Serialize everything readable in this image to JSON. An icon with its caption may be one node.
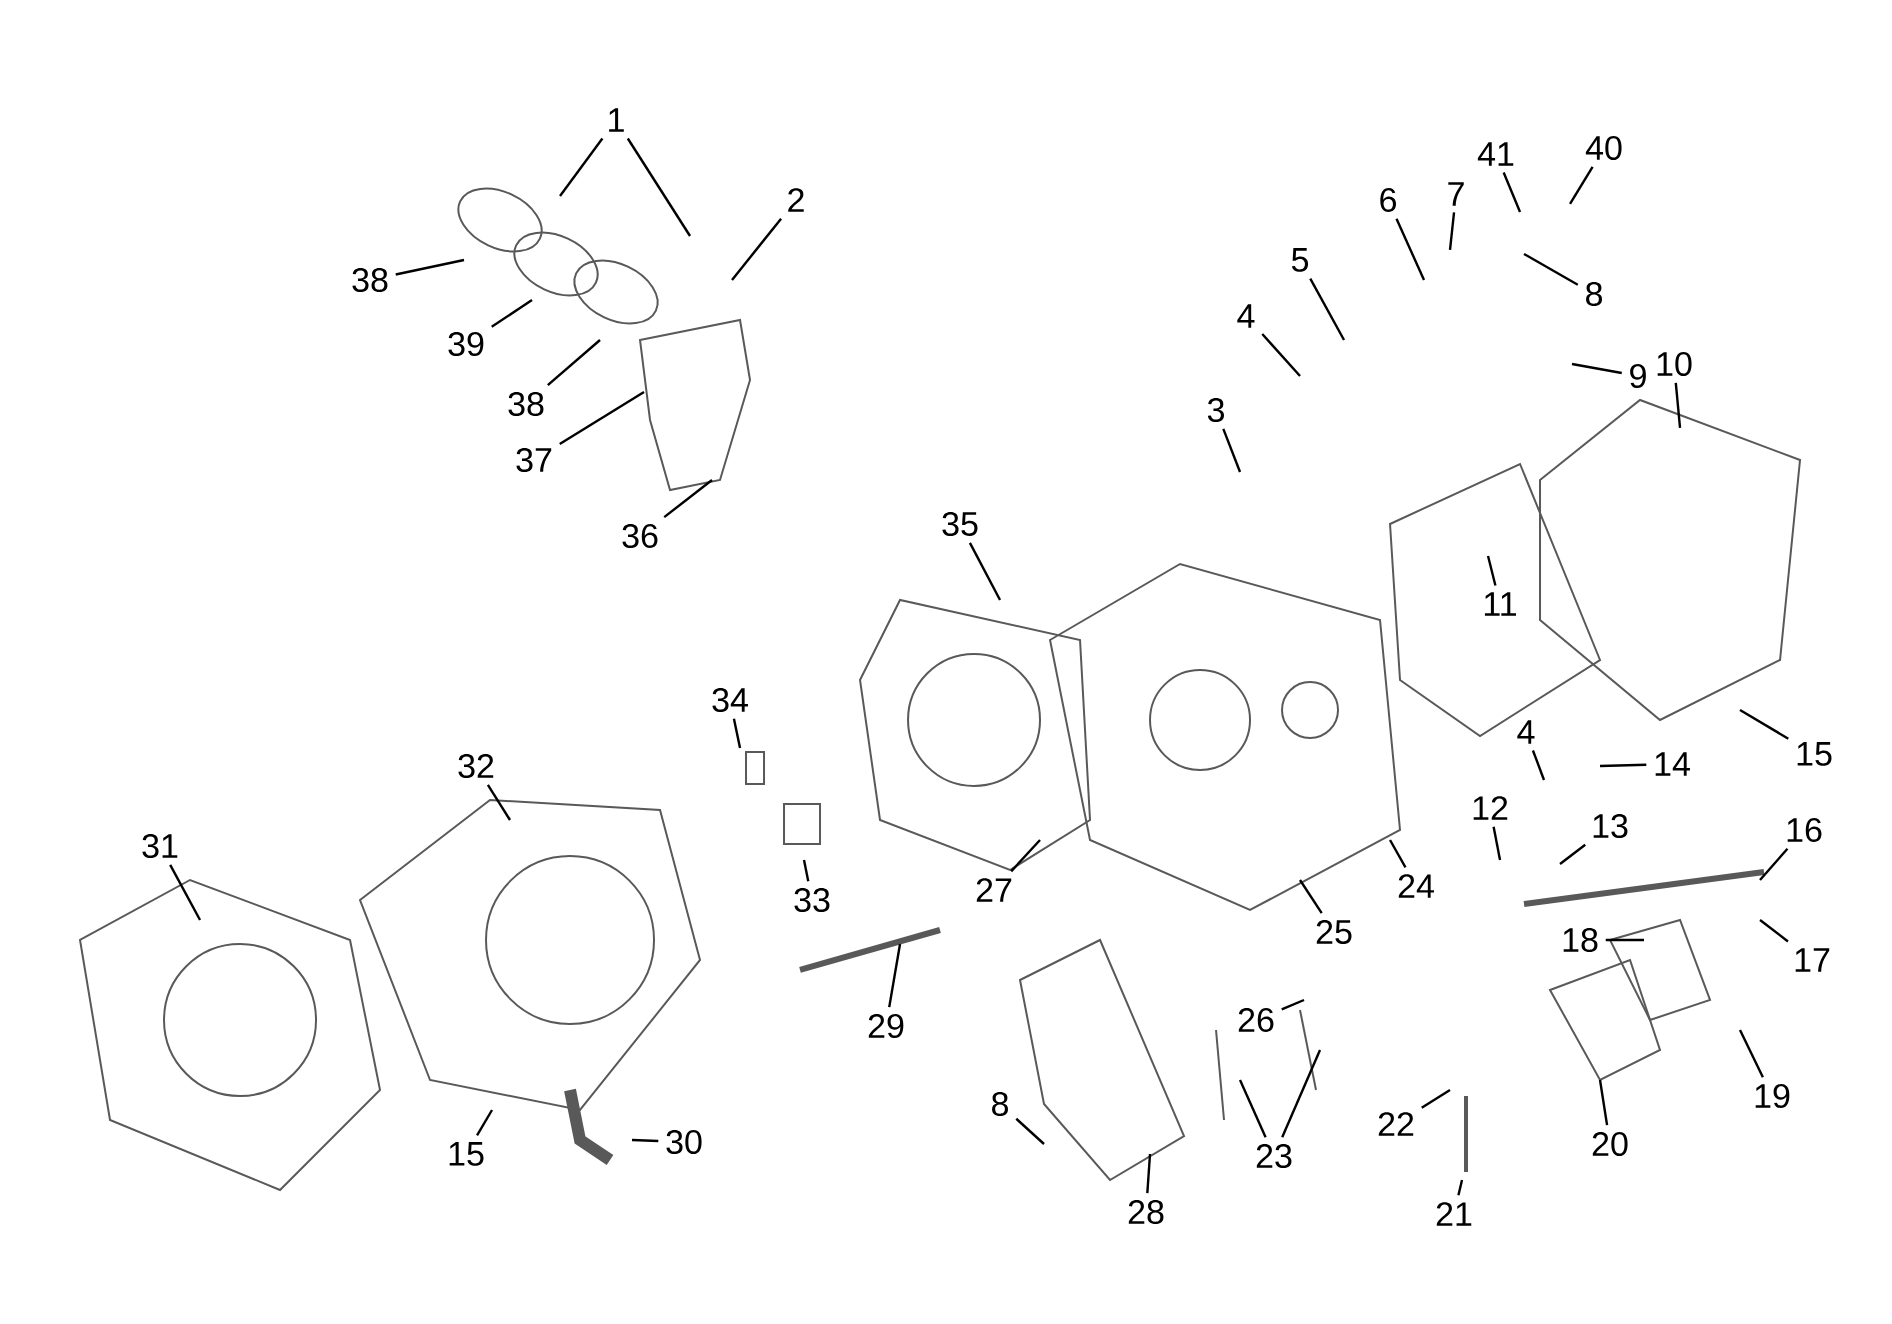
{
  "diagram": {
    "nodes": [
      {
        "text": [
          "1"
        ]
      },
      {
        "text": [
          "40"
        ]
      },
      {
        "text": [
          "41"
        ]
      },
      {
        "text": [
          "7"
        ]
      },
      {
        "text": [
          "6"
        ]
      },
      {
        "text": [
          "2"
        ]
      },
      {
        "text": [
          "5"
        ]
      },
      {
        "text": [
          "38"
        ]
      },
      {
        "text": [
          "8"
        ]
      },
      {
        "text": [
          "4"
        ]
      },
      {
        "text": [
          "39"
        ]
      },
      {
        "text": [
          "10"
        ]
      },
      {
        "text": [
          "9"
        ]
      },
      {
        "text": [
          "38"
        ]
      },
      {
        "text": [
          "3"
        ]
      },
      {
        "text": [
          "37"
        ]
      },
      {
        "text": [
          "35"
        ]
      },
      {
        "text": [
          "36"
        ]
      },
      {
        "text": [
          "11"
        ]
      },
      {
        "text": [
          "34"
        ]
      },
      {
        "text": [
          "4"
        ]
      },
      {
        "text": [
          "15"
        ]
      },
      {
        "text": [
          "14"
        ]
      },
      {
        "text": [
          "32"
        ]
      },
      {
        "text": [
          "12"
        ]
      },
      {
        "text": [
          "13"
        ]
      },
      {
        "text": [
          "16"
        ]
      },
      {
        "text": [
          "31"
        ]
      },
      {
        "text": [
          "24"
        ]
      },
      {
        "text": [
          "27"
        ]
      },
      {
        "text": [
          "33"
        ]
      },
      {
        "text": [
          "25"
        ]
      },
      {
        "text": [
          "18"
        ]
      },
      {
        "text": [
          "17"
        ]
      },
      {
        "text": [
          "26"
        ]
      },
      {
        "text": [
          "29"
        ]
      },
      {
        "text": [
          "19"
        ]
      },
      {
        "text": [
          "8"
        ]
      },
      {
        "text": [
          "22"
        ]
      },
      {
        "text": [
          "20"
        ]
      },
      {
        "text": [
          "30"
        ]
      },
      {
        "text": [
          "15"
        ]
      },
      {
        "text": [
          "23"
        ]
      },
      {
        "text": [
          "21"
        ]
      },
      {
        "text": [
          "28"
        ]
      }
    ],
    "edges": [
      {
        "from": 0,
        "to": null,
        "arrow": "none"
      },
      {
        "from": 0,
        "to": null,
        "arrow": "none"
      },
      {
        "from": 1,
        "to": null,
        "arrow": "none"
      },
      {
        "from": 2,
        "to": null,
        "arrow": "none"
      },
      {
        "from": 3,
        "to": null,
        "arrow": "none"
      },
      {
        "from": 4,
        "to": null,
        "arrow": "none"
      },
      {
        "from": 5,
        "to": null,
        "arrow": "none"
      },
      {
        "from": 6,
        "to": null,
        "arrow": "none"
      },
      {
        "from": 7,
        "to": null,
        "arrow": "none"
      },
      {
        "from": 8,
        "to": null,
        "arrow": "none"
      },
      {
        "from": 9,
        "to": null,
        "arrow": "none"
      },
      {
        "from": 10,
        "to": null,
        "arrow": "none"
      },
      {
        "from": 11,
        "to": null,
        "arrow": "none"
      },
      {
        "from": 12,
        "to": null,
        "arrow": "none"
      },
      {
        "from": 13,
        "to": null,
        "arrow": "none"
      },
      {
        "from": 14,
        "to": null,
        "arrow": "none"
      },
      {
        "from": 15,
        "to": null,
        "arrow": "none"
      },
      {
        "from": 16,
        "to": null,
        "arrow": "none"
      },
      {
        "from": 17,
        "to": null,
        "arrow": "none"
      },
      {
        "from": 18,
        "to": null,
        "arrow": "none"
      },
      {
        "from": 19,
        "to": null,
        "arrow": "none"
      },
      {
        "from": 20,
        "to": null,
        "arrow": "none"
      },
      {
        "from": 21,
        "to": null,
        "arrow": "none"
      },
      {
        "from": 22,
        "to": null,
        "arrow": "none"
      },
      {
        "from": 23,
        "to": null,
        "arrow": "none"
      },
      {
        "from": 24,
        "to": null,
        "arrow": "none"
      },
      {
        "from": 25,
        "to": null,
        "arrow": "none"
      },
      {
        "from": 26,
        "to": null,
        "arrow": "none"
      },
      {
        "from": 27,
        "to": null,
        "arrow": "none"
      },
      {
        "from": 28,
        "to": null,
        "arrow": "none"
      },
      {
        "from": 29,
        "to": null,
        "arrow": "none"
      },
      {
        "from": 30,
        "to": null,
        "arrow": "none"
      },
      {
        "from": 31,
        "to": null,
        "arrow": "none"
      },
      {
        "from": 32,
        "to": null,
        "arrow": "none"
      },
      {
        "from": 33,
        "to": null,
        "arrow": "none"
      },
      {
        "from": 34,
        "to": null,
        "arrow": "none"
      },
      {
        "from": 35,
        "to": null,
        "arrow": "none"
      },
      {
        "from": 36,
        "to": null,
        "arrow": "none"
      },
      {
        "from": 37,
        "to": null,
        "arrow": "none"
      },
      {
        "from": 38,
        "to": null,
        "arrow": "none"
      },
      {
        "from": 39,
        "to": null,
        "arrow": "none"
      },
      {
        "from": 40,
        "to": null,
        "arrow": "none"
      },
      {
        "from": 41,
        "to": null,
        "arrow": "none"
      },
      {
        "from": 42,
        "to": null,
        "arrow": "none"
      },
      {
        "from": 42,
        "to": null,
        "arrow": "none"
      },
      {
        "from": 43,
        "to": null,
        "arrow": "none"
      },
      {
        "from": 44,
        "to": null,
        "arrow": "none"
      }
    ]
  }
}
